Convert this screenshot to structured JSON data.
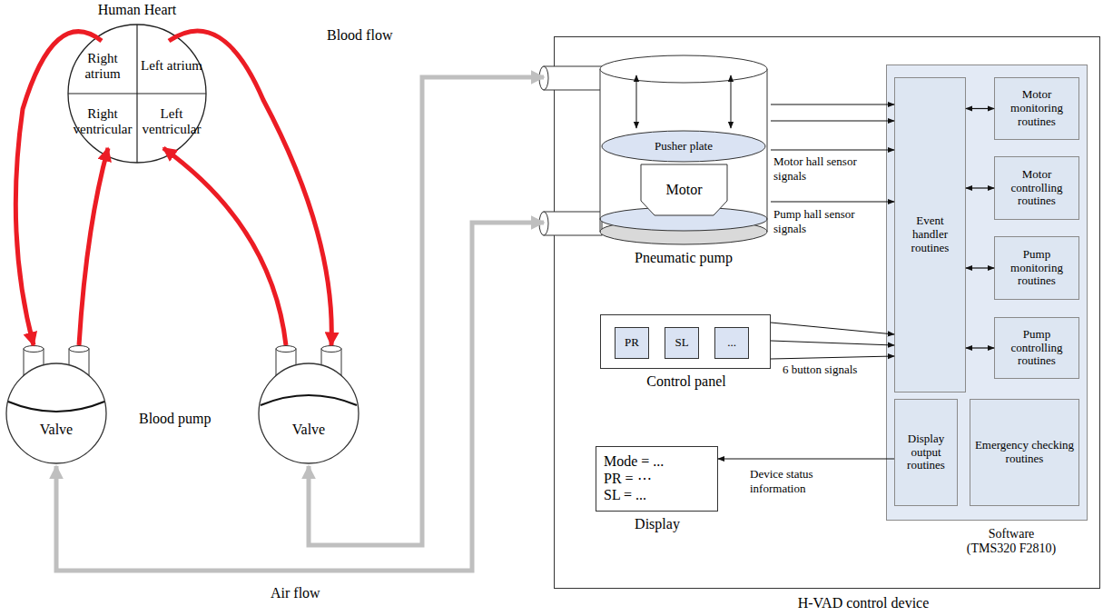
{
  "diagram": {
    "nodes": [
      {
        "text": [
          "Human Heart"
        ]
      },
      {
        "text": [
          "Right atrium"
        ],
        "in": 0
      },
      {
        "text": [
          "Left atrium"
        ],
        "in": 0
      },
      {
        "text": [
          "Right ventricular"
        ],
        "in": 0
      },
      {
        "text": [
          "Left ventricular"
        ],
        "in": 0
      },
      {
        "text": [
          "Valve"
        ]
      },
      {
        "text": [
          "Valve"
        ]
      },
      {
        "text": [
          "H-VAD control device"
        ]
      },
      {
        "text": [
          "Pneumatic pump"
        ],
        "in": 7
      },
      {
        "text": [
          "Pusher plate"
        ],
        "in": 8
      },
      {
        "text": [
          "Motor"
        ],
        "in": 8
      },
      {
        "text": [
          "Control panel"
        ],
        "in": 7
      },
      {
        "text": [
          "PR"
        ],
        "in": 11
      },
      {
        "text": [
          "SL"
        ],
        "in": 11
      },
      {
        "text": [
          "..."
        ],
        "in": 11
      },
      {
        "text": [
          "Mode = ...",
          "PR = ⋯",
          "SL = ...",
          "Display"
        ],
        "in": 7
      },
      {
        "text": [
          "Software (TMS320 F2810)"
        ],
        "in": 7
      },
      {
        "text": [
          "Event handler routines"
        ],
        "in": 16
      },
      {
        "text": [
          "Motor monitoring routines"
        ],
        "in": 16
      },
      {
        "text": [
          "Motor controlling routines"
        ],
        "in": 16
      },
      {
        "text": [
          "Pump monitoring routines"
        ],
        "in": 16
      },
      {
        "text": [
          "Pump controlling routines"
        ],
        "in": 16
      },
      {
        "text": [
          "Display output routines"
        ],
        "in": 16
      },
      {
        "text": [
          "Emergency checking routines"
        ],
        "in": 16
      }
    ],
    "edges": [
      {
        "from": 1,
        "to": 5,
        "arrow": "to"
      },
      {
        "from": 5,
        "to": 3,
        "arrow": "to"
      },
      {
        "from": 2,
        "to": 6,
        "arrow": "to"
      },
      {
        "from": 6,
        "to": 4,
        "arrow": "to"
      },
      {
        "from": 8,
        "to": 5,
        "arrow": "both"
      },
      {
        "from": 8,
        "to": 6,
        "arrow": "both"
      },
      {
        "from": 8,
        "to": 17,
        "arrow": "to"
      },
      {
        "from": 8,
        "to": 17,
        "arrow": "to"
      },
      {
        "from": 8,
        "to": 17,
        "label": "Motor hall sensor signals",
        "arrow": "to"
      },
      {
        "from": 8,
        "to": 17,
        "label": "Pump hall sensor signals",
        "arrow": "to"
      },
      {
        "from": 11,
        "to": 17,
        "arrow": "to"
      },
      {
        "from": 11,
        "to": 17,
        "arrow": "to"
      },
      {
        "from": 11,
        "to": 17,
        "label": "6 button signals",
        "arrow": "to"
      },
      {
        "from": 17,
        "to": 18,
        "arrow": "both"
      },
      {
        "from": 17,
        "to": 19,
        "arrow": "both"
      },
      {
        "from": 17,
        "to": 20,
        "arrow": "both"
      },
      {
        "from": 17,
        "to": 21,
        "arrow": "both"
      },
      {
        "from": 22,
        "to": 15,
        "label": "Device status information",
        "arrow": "to"
      }
    ],
    "labels": [
      "Blood flow",
      "Blood pump",
      "Air flow"
    ]
  }
}
